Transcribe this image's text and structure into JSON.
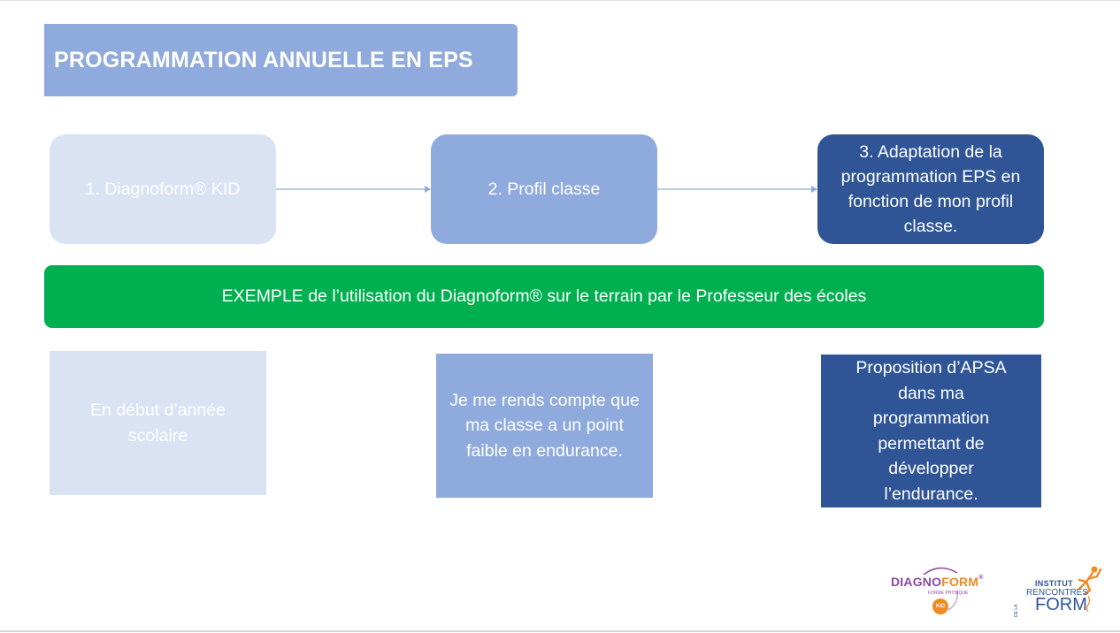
{
  "title": "PROGRAMMATION ANNUELLE EN EPS",
  "steps": [
    {
      "label": "1. Diagnoform® KID"
    },
    {
      "label": "2. Profil classe"
    },
    {
      "label": "3. Adaptation de la programmation EPS en fonction de mon profil classe."
    }
  ],
  "banner": "EXEMPLE de l’utilisation du Diagnoform® sur le terrain par le Professeur des écoles",
  "examples": [
    {
      "text": "En début d’année scolaire"
    },
    {
      "text": "Je me rends compte que ma classe a un point faible en endurance."
    },
    {
      "text": "Proposition d’APSA dans ma programmation permettant de développer l’endurance."
    }
  ],
  "logos": {
    "diagnoform": {
      "word_part1": "DIAGNO",
      "word_part2": "FORM",
      "registered": "®",
      "tagline": "FORME PHYSIQUE",
      "badge": "KID"
    },
    "institut": {
      "line1": "INSTITUT",
      "line2": "RENCONTRES",
      "line3": "FORM",
      "side": "DE LA"
    }
  },
  "colors": {
    "title_bg": "#8faadc",
    "step_light": "#dae3f3",
    "step_mid": "#8faadc",
    "step_dark": "#2f5597",
    "banner_green": "#00b050",
    "accent_orange": "#f08a24",
    "accent_purple": "#8a4ba0"
  }
}
